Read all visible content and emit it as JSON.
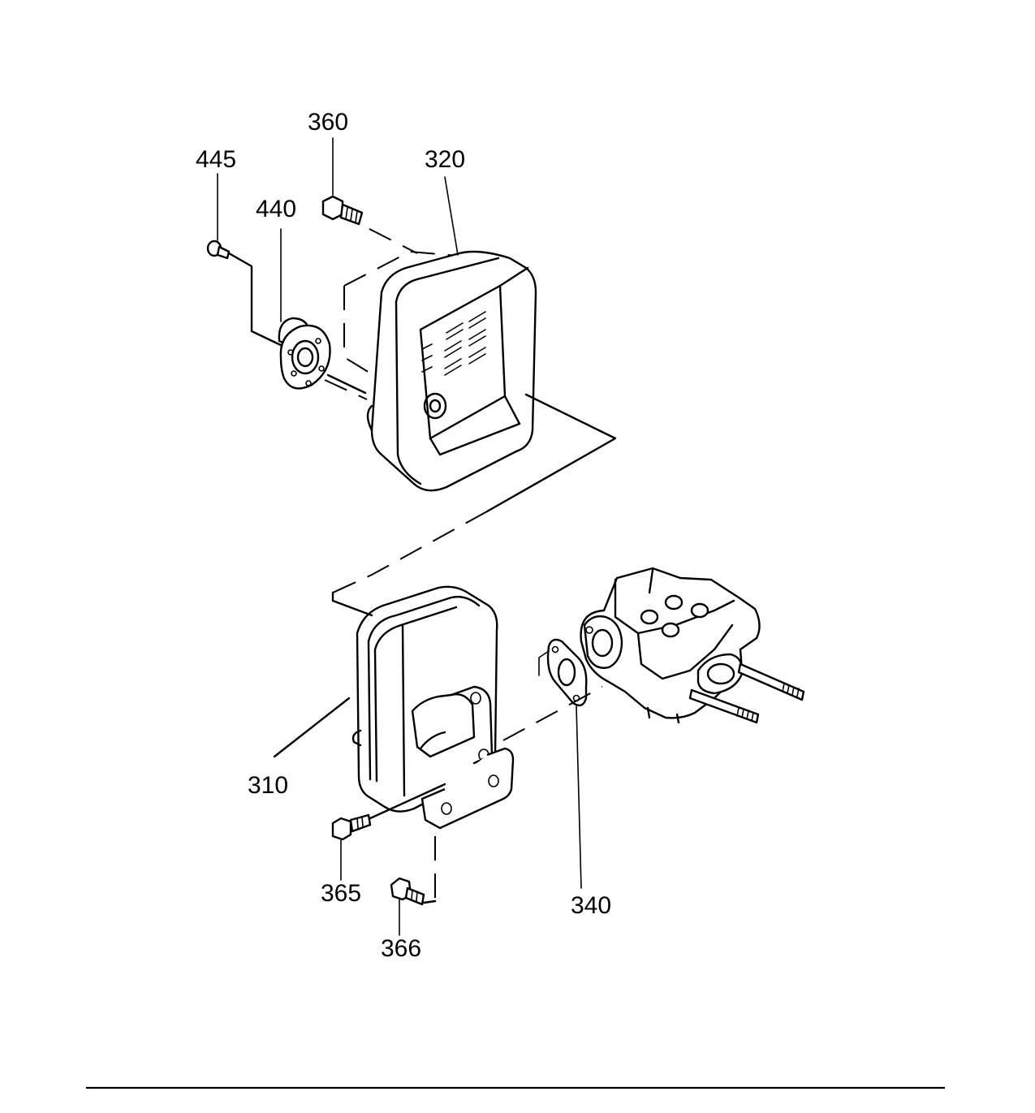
{
  "diagram": {
    "part_labels": [
      "360",
      "445",
      "320",
      "440",
      "310",
      "365",
      "366",
      "340"
    ],
    "ink_color": "#000000",
    "background_color": "#ffffff"
  }
}
